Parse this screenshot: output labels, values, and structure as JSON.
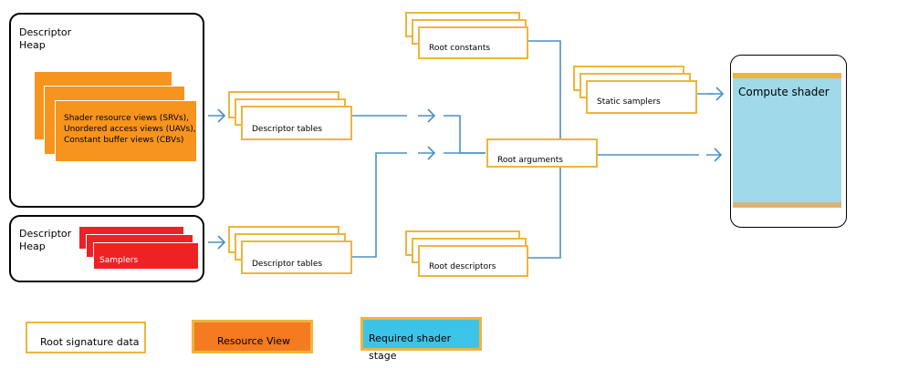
{
  "diagram": {
    "heap_top": {
      "title_line1": "Descriptor",
      "title_line2": "Heap",
      "views": [
        "Shader resource views (SRVs),",
        "Unordered access views (UAVs),",
        "Constant buffer views (CBVs)"
      ]
    },
    "heap_bottom": {
      "title_line1": "Descriptor",
      "title_line2": "Heap",
      "samplers": "Samplers"
    },
    "tables_top": "Descriptor tables",
    "tables_bottom": "Descriptor tables",
    "root_constants": "Root constants",
    "root_descriptors": "Root descriptors",
    "root_arguments": "Root arguments",
    "static_samplers": "Static samplers",
    "compute_shader": "Compute shader"
  },
  "legend": {
    "root_signature_data": "Root signature data",
    "resource_view": "Resource View",
    "required_shader_stage": "Required shader stage"
  },
  "colors": {
    "orange": "#f7941d",
    "red": "#ee2124",
    "yellow_border": "#f0b43c",
    "arrow_blue": "#4a90c8",
    "shader_blue": "#9fd9ea",
    "legend_blue": "#3cc4e8"
  }
}
